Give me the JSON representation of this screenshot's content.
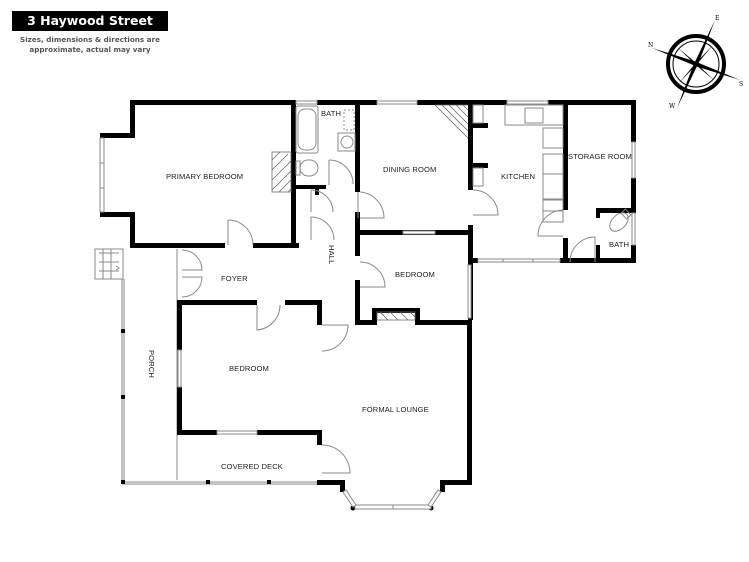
{
  "header": {
    "title": "3 Haywood Street",
    "disclaimer_line1": "Sizes, dimensions & directions are",
    "disclaimer_line2": "approximate, actual may vary"
  },
  "compass": {
    "icon": "compass-rose-icon",
    "labels": {
      "north": "N",
      "east": "E",
      "south": "S",
      "west": "W"
    }
  },
  "rooms": {
    "primary_bedroom": "PRIMARY BEDROOM",
    "bath_1": "BATH",
    "dining_room": "DINING ROOM",
    "kitchen": "KITCHEN",
    "storage_room": "STORAGE ROOM",
    "bath_2": "BATH",
    "hall": "HALL",
    "foyer": "FOYER",
    "bedroom_1": "BEDROOM",
    "bedroom_2": "BEDROOM",
    "porch": "PORCH",
    "formal_lounge": "FORMAL LOUNGE",
    "covered_deck": "COVERED DECK"
  },
  "colors": {
    "wall": "#000000",
    "thin_line": "#8a8a8a",
    "background": "#ffffff",
    "label": "#222222"
  }
}
